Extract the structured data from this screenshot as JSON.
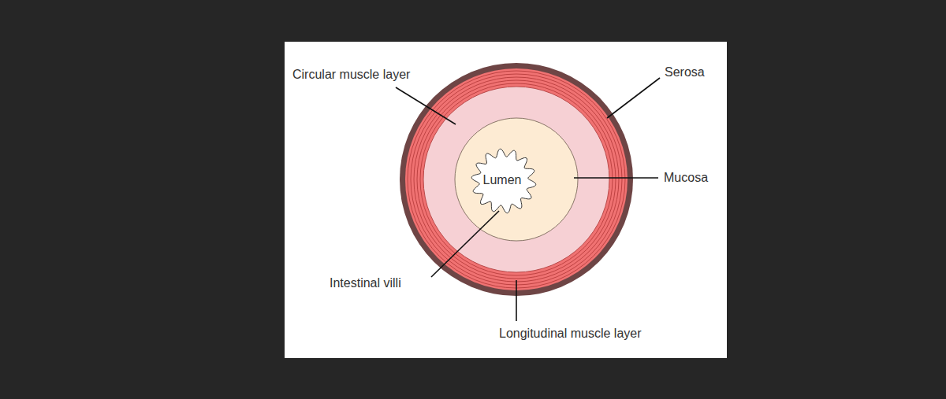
{
  "diagram": {
    "labels": [
      "Circular muscle layer",
      "Serosa",
      "Lumen",
      "Mucosa",
      "Intestinal villi",
      "Longitudinal muscle layer"
    ]
  }
}
